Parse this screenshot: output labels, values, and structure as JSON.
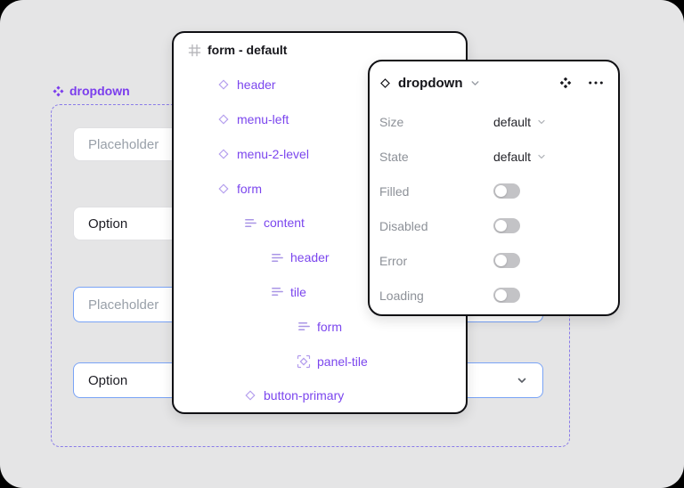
{
  "canvas": {
    "component_label": "dropdown",
    "form_rows": [
      {
        "type": "input",
        "text": "Placeholder",
        "style": "default"
      },
      {
        "type": "select",
        "text": "Option",
        "style": "default"
      },
      {
        "type": "input",
        "text": "Placeholder",
        "style": "focused"
      },
      {
        "type": "select",
        "text": "Option",
        "style": "focused"
      }
    ]
  },
  "layers_panel": {
    "title": "form - default",
    "items": [
      {
        "label": "header",
        "icon": "diamond",
        "level": 1
      },
      {
        "label": "menu-left",
        "icon": "diamond",
        "level": 1
      },
      {
        "label": "menu-2-level",
        "icon": "diamond",
        "level": 1
      },
      {
        "label": "form",
        "icon": "diamond",
        "level": 1
      },
      {
        "label": "content",
        "icon": "lines",
        "level": 2
      },
      {
        "label": "header",
        "icon": "lines",
        "level": 3
      },
      {
        "label": "tile",
        "icon": "lines",
        "level": 3
      },
      {
        "label": "form",
        "icon": "lines",
        "level": 4
      },
      {
        "label": "panel-tile",
        "icon": "instance",
        "level": 4
      },
      {
        "label": "button-primary",
        "icon": "diamond",
        "level": 2
      }
    ]
  },
  "properties_panel": {
    "title": "dropdown",
    "rows": [
      {
        "label": "Size",
        "type": "select",
        "value": "default"
      },
      {
        "label": "State",
        "type": "select",
        "value": "default"
      },
      {
        "label": "Filled",
        "type": "toggle",
        "value": false
      },
      {
        "label": "Disabled",
        "type": "toggle",
        "value": false
      },
      {
        "label": "Error",
        "type": "toggle",
        "value": false
      },
      {
        "label": "Loading",
        "type": "toggle",
        "value": false
      }
    ]
  },
  "colors": {
    "canvas_bg": "#e5e5e6",
    "accent_purple": "#7b46ee",
    "label_purple": "#7b3ded",
    "focus_blue": "#79a3f6",
    "dashed_border": "#8a7ce8",
    "card_border": "#0f0f13",
    "muted_gray": "#8d9198"
  }
}
